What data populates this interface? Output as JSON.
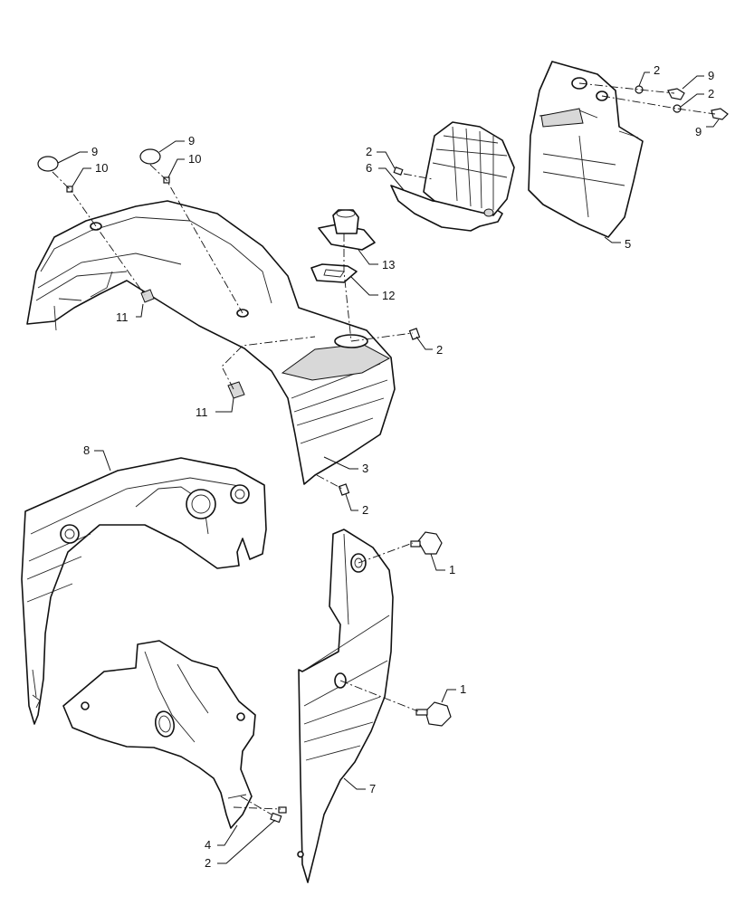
{
  "callouts": {
    "c_9a": "9",
    "c_10a": "10",
    "c_9b": "9",
    "c_10b": "10",
    "c_11a": "11",
    "c_11b": "11",
    "c_2_6": "2",
    "c_6": "6",
    "c_2_5": "2",
    "c_9c": "9",
    "c_2_5b": "2",
    "c_9d": "9",
    "c_5": "5",
    "c_13": "13",
    "c_12": "12",
    "c_2_3": "2",
    "c_3": "3",
    "c_2_3b": "2",
    "c_8": "8",
    "c_1a": "1",
    "c_1b": "1",
    "c_7": "7",
    "c_4": "4",
    "c_2_4": "2"
  },
  "icons": {
    "cap": "round-cap-icon",
    "screw": "screw-icon",
    "clip": "clip-nut-icon",
    "knob": "knob-bolt-icon",
    "grommet": "grommet-icon"
  },
  "colors": {
    "line": "#111111",
    "background": "#ffffff"
  }
}
